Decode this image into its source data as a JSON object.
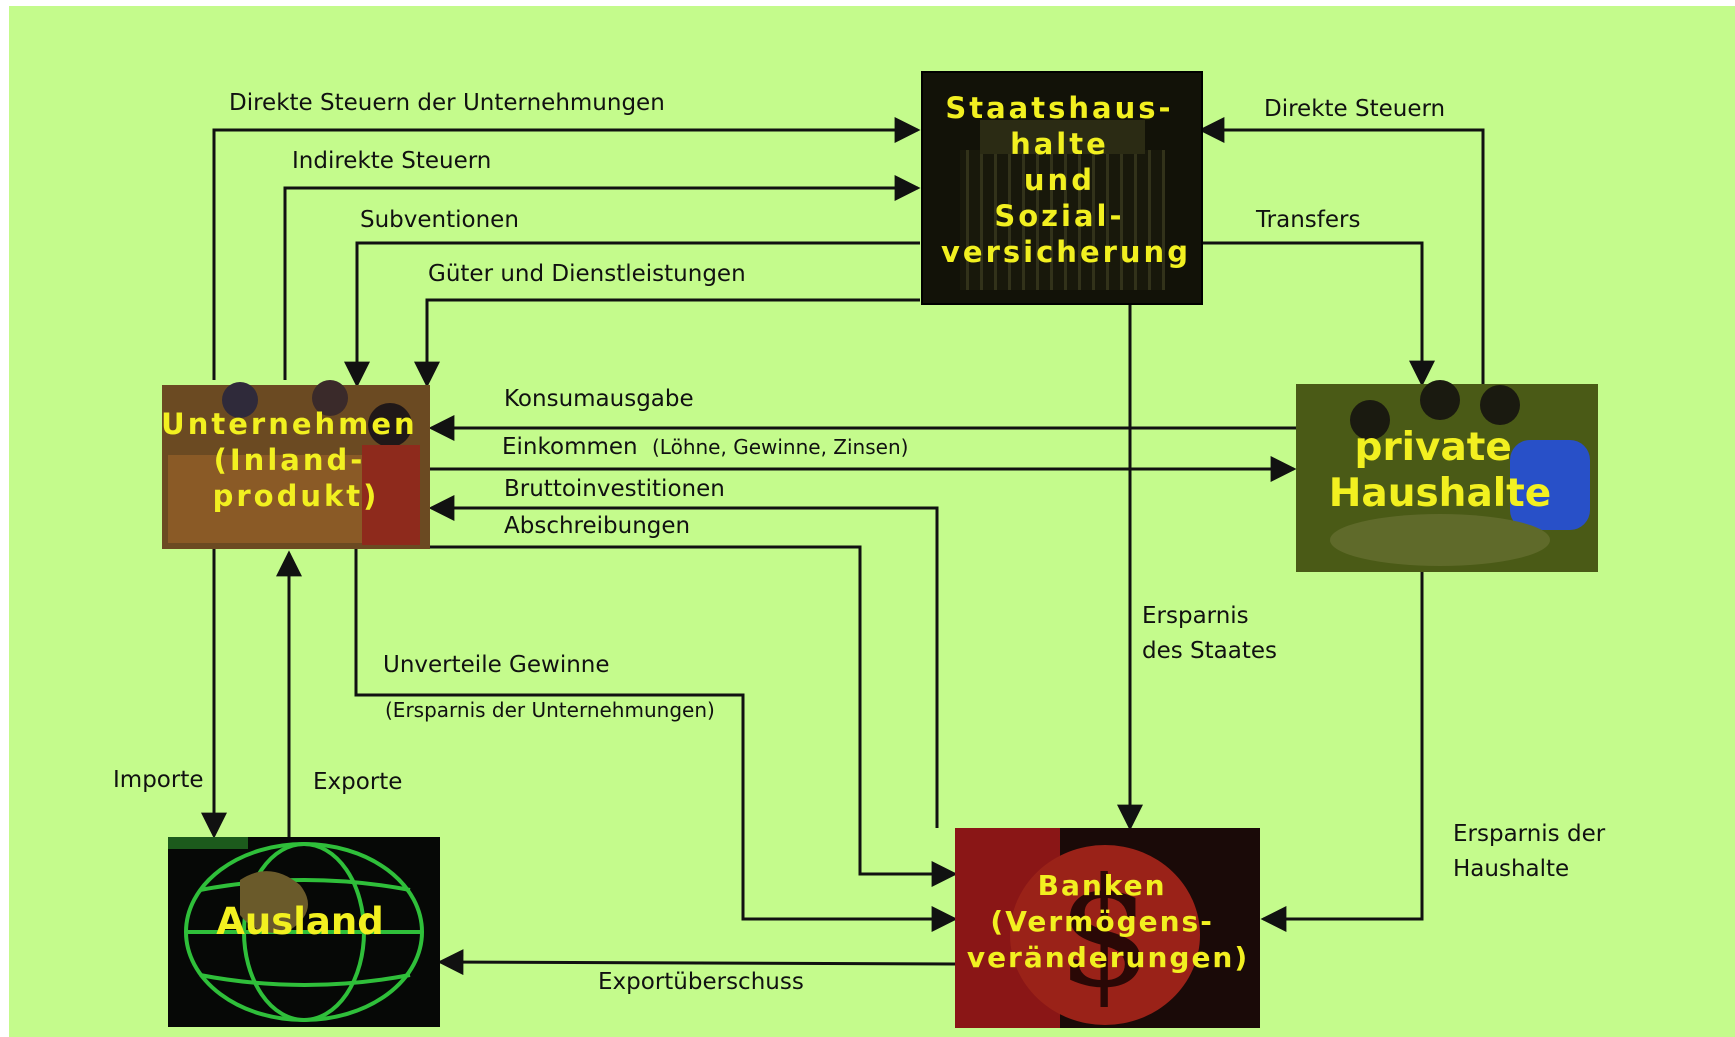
{
  "colors": {
    "background": "#c4fb8c",
    "title_text": "#f2f020",
    "arrow": "#111111",
    "node_state": "#121208",
    "node_firms": "#6b4a22",
    "node_households": "#4a5a16",
    "node_banks": "#8a1616",
    "node_abroad": "#060806",
    "globe": "#2fbf3a"
  },
  "nodes": {
    "state": {
      "line1": "Staatshaus-",
      "line2": "halte",
      "line3": "und",
      "line4": "Sozial-",
      "line5": "versicherung"
    },
    "firms": {
      "line1": "Unternehmen",
      "line2": "(Inland-",
      "line3": "produkt)"
    },
    "households": {
      "line1": "private",
      "line2": "Haushalte"
    },
    "banks": {
      "line1": "Banken",
      "line2": "(Vermögens-",
      "line3": "veränderungen)"
    },
    "abroad": {
      "line1": "Ausland"
    }
  },
  "flows": {
    "direkte_steuern_unternehmungen": "Direkte Steuern der Unternehmungen",
    "indirekte_steuern": "Indirekte Steuern",
    "subventionen": "Subventionen",
    "gueter_dienstleistungen": "Güter und Dienstleistungen",
    "direkte_steuern": "Direkte Steuern",
    "transfers": "Transfers",
    "konsumausgabe": "Konsumausgabe",
    "einkommen": "Einkommen",
    "einkommen_detail": "(Löhne, Gewinne, Zinsen)",
    "bruttoinvestitionen": "Bruttoinvestitionen",
    "abschreibungen": "Abschreibungen",
    "ersparnis_staat_1": "Ersparnis",
    "ersparnis_staat_2": "des Staates",
    "unverteilte_gewinne": "Unverteile Gewinne",
    "ersparnis_unternehmungen": "(Ersparnis der Unternehmungen)",
    "importe": "Importe",
    "exporte": "Exporte",
    "ersparnis_haushalte_1": "Ersparnis der",
    "ersparnis_haushalte_2": "Haushalte",
    "exportueberschuss": "Exportüberschuss"
  }
}
